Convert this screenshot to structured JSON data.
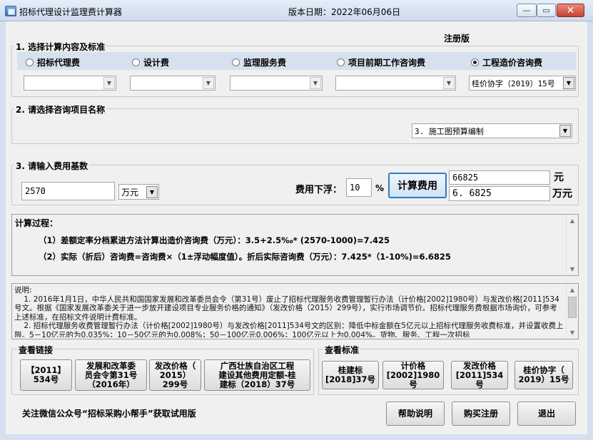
{
  "window": {
    "title": "招标代理设计监理费计算器",
    "version_label": "版本日期：2022年06月06日",
    "min_glyph": "—",
    "max_glyph": "▭",
    "close_glyph": "✕"
  },
  "edition_label": "注册版",
  "section1": {
    "title": "1. 选择计算内容及标准",
    "radios": [
      {
        "label": "招标代理费",
        "selected": false
      },
      {
        "label": "设计费",
        "selected": false
      },
      {
        "label": "监理服务费",
        "selected": false
      },
      {
        "label": "项目前期工作咨询费",
        "selected": false
      },
      {
        "label": "工程造价咨询费",
        "selected": true
      }
    ],
    "combos": [
      "",
      "",
      "",
      "",
      "桂价协字（2019）15号"
    ]
  },
  "section2": {
    "title": "2. 请选择咨询项目名称",
    "selected_item": "3. 施工图预算编制"
  },
  "section3": {
    "title": "3. 请输入费用基数",
    "base_value": "2570",
    "base_unit": "万元",
    "discount_label": "费用下浮：",
    "discount_value": "10",
    "percent_sign": "%",
    "calc_button": "计算费用",
    "result_yuan": "66825",
    "unit_yuan": "元",
    "result_wan": "6. 6825",
    "unit_wan": "万元"
  },
  "process": {
    "title": "计算过程：",
    "line1": "（1）差额定率分档累进方法计算出造价咨询费（万元）：3.5+2.5‰* (2570-1000)=7.425",
    "line2": "（2）实际（折后）咨询费=咨询费×（1±浮动幅度值）。折后实际咨询费（万元）：7.425*（1-10%)=6.6825"
  },
  "notes": {
    "text": "说明:\n    1. 2016年1月1日，中华人民共和国国家发展和改革委员会令（第31号）废止了招标代理服务收费管理暂行办法（计价格[2002]1980号）与发改价格[2011]534号文。根据《国家发展改革委关于进一步放开建设项目专业服务价格的通知》（发改价格（2015）299号），实行市场调节价。招标代理服务费根据市场询价，可参考上述标准，在招标文件说明计费标准。\n    2. 招标代理服务收费管理暂行办法（计价格[2002]1980号）与发改价格[2011]534号文的区别：降低中标金额在5亿元以上招标代理服务收费标准，并设置收费上限。5－10亿元的为0.035%；10－50亿元的为0.008%；50－100亿元0.006%；100亿元以上为0.004%。货物、服务、工程一次招标"
  },
  "links": {
    "title": "查看链接",
    "buttons": [
      "【2011】\n534号",
      "发展和改革委\n员会令第31号\n（2016年）",
      "发改价格（\n2015）\n299号",
      "广西壮族自治区工程\n建设其他费用定额-桂\n建标（2018）37号"
    ]
  },
  "standards": {
    "title": "查看标准",
    "buttons": [
      "桂建标\n[2018]37号",
      "计价格\n[2002]1980号",
      "发改价格\n[2011]534号",
      "桂价协字（\n2019）15号"
    ]
  },
  "footer": {
    "note": "关注微信公众号“招标采购小帮手”获取试用版",
    "help": "帮助说明",
    "register": "购买注册",
    "exit": "退出"
  }
}
